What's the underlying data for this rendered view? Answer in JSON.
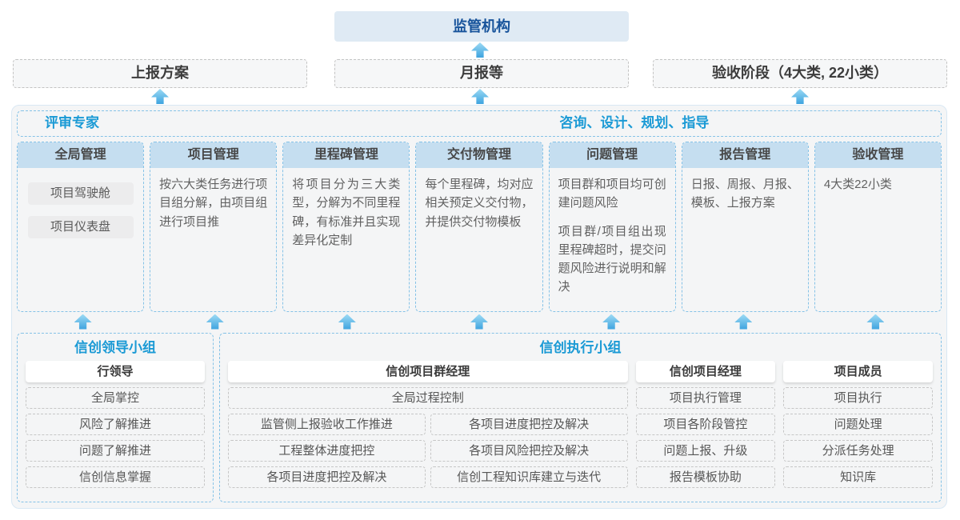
{
  "colors": {
    "accent_blue": "#1b9ad5",
    "navy_text": "#17539b",
    "regulator_fill": "#dfeaf4",
    "module_header_fill": "#c5def0",
    "dashed_blue_border": "#85c2e7",
    "arrow_gradient_top": "#9ddaf4",
    "arrow_gradient_bottom": "#3ea3df",
    "container_fill": "#f4f5f6"
  },
  "top": {
    "regulator_label": "监管机构",
    "outputs": [
      {
        "label": "上报方案"
      },
      {
        "label": "月报等"
      },
      {
        "label": "验收阶段（4大类, 22小类）"
      }
    ]
  },
  "platform": {
    "expert_label": "评审专家",
    "advisory_label": "咨询、设计、规划、指导",
    "modules": [
      {
        "title": "全局管理",
        "pills": [
          "项目驾驶舱",
          "项目仪表盘"
        ],
        "paragraphs": []
      },
      {
        "title": "项目管理",
        "paragraphs": [
          "按六大类任务进行项目组分解，由项目组进行项目推"
        ]
      },
      {
        "title": "里程碑管理",
        "paragraphs": [
          "将项目分为三大类型，分解为不同里程碑，有标准并且实现差异化定制"
        ]
      },
      {
        "title": "交付物管理",
        "paragraphs": [
          "每个里程碑，均对应相关预定义交付物，并提供交付物模板"
        ]
      },
      {
        "title": "问题管理",
        "paragraphs": [
          "项目群和项目均可创建问题风险",
          "项目群/项目组出现里程碑超时，提交问题风险进行说明和解决"
        ]
      },
      {
        "title": "报告管理",
        "paragraphs": [
          "日报、周报、月报、模板、上报方案"
        ]
      },
      {
        "title": "验收管理",
        "paragraphs": [
          "4大类22小类"
        ]
      }
    ]
  },
  "groups": {
    "leadership": {
      "title": "信创领导小组",
      "role": "行领导",
      "items": [
        "全局掌控",
        "风险了解推进",
        "问题了解推进",
        "信创信息掌握"
      ]
    },
    "execution": {
      "title": "信创执行小组",
      "program_manager": {
        "role": "信创项目群经理",
        "full_item": "全局过程控制",
        "left_items": [
          "监管侧上报验收工作推进",
          "工程整体进度把控",
          "各项目进度把控及解决"
        ],
        "right_items": [
          "各项目进度把控及解决",
          "各项目风险把控及解决",
          "信创工程知识库建立与迭代"
        ]
      },
      "project_manager": {
        "role": "信创项目经理",
        "items": [
          "项目执行管理",
          "项目各阶段管控",
          "问题上报、升级",
          "报告模板协助"
        ]
      },
      "member": {
        "role": "项目成员",
        "items": [
          "项目执行",
          "问题处理",
          "分派任务处理",
          "知识库"
        ]
      }
    }
  }
}
